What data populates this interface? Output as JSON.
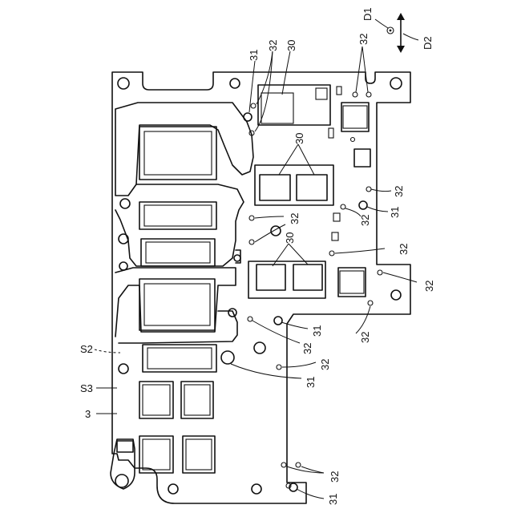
{
  "figure": {
    "ref_labels": {
      "d1": "D1",
      "d2": "D2",
      "s2": "S2",
      "s3": "S3",
      "three": "3",
      "n30": "30",
      "n31": "31",
      "n32": "32"
    }
  }
}
